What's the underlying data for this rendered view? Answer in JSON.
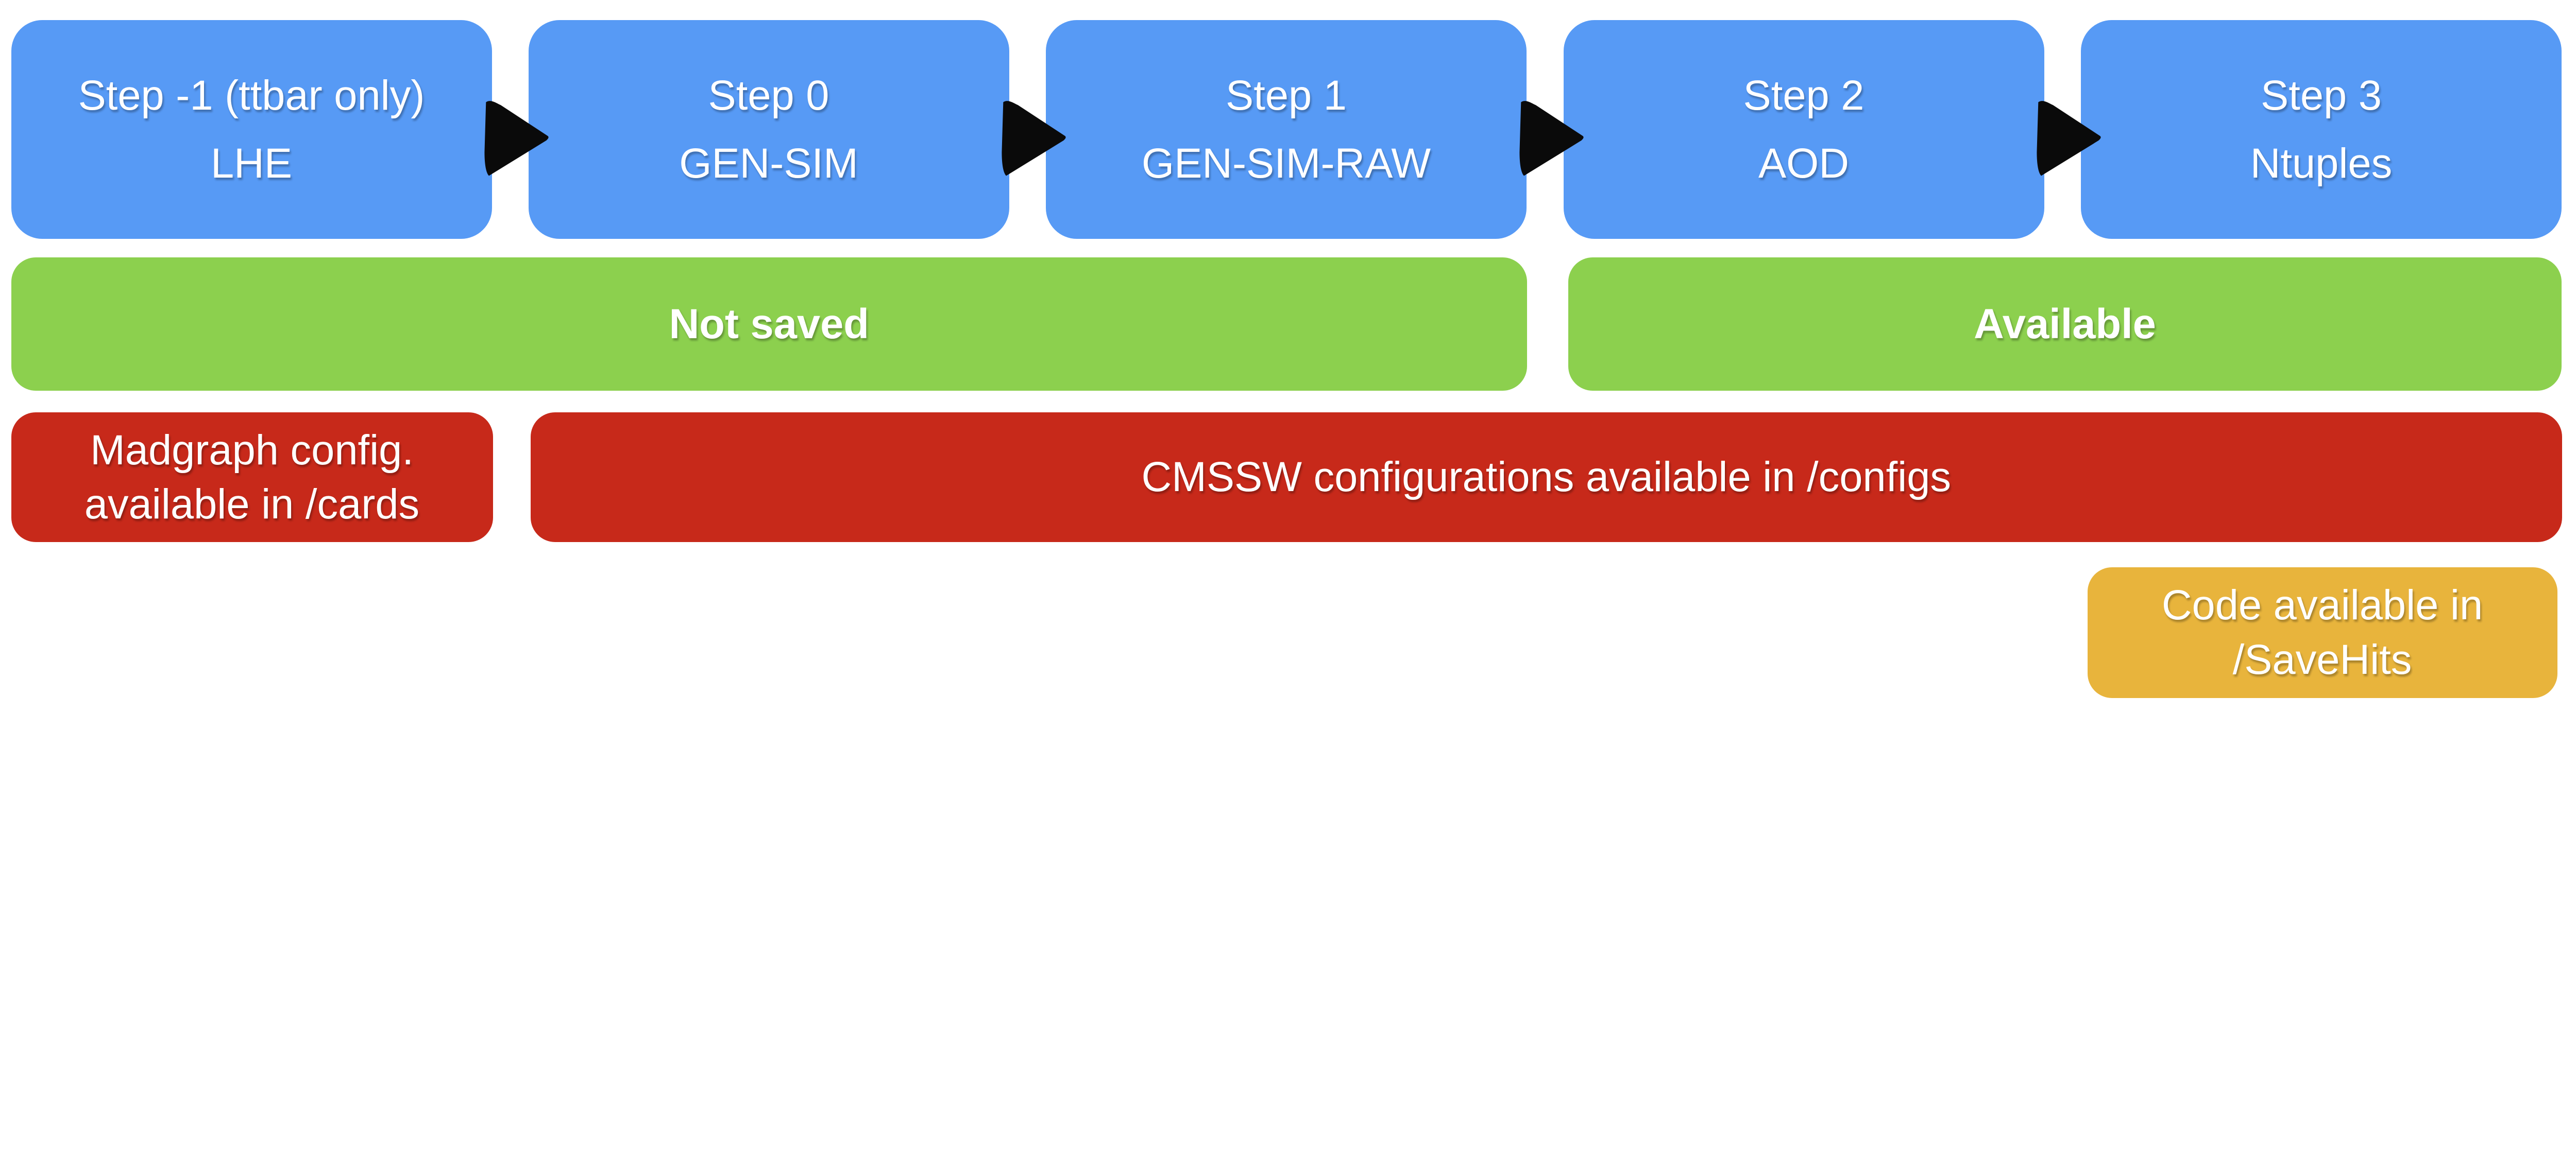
{
  "colors": {
    "blue": "#579AF5",
    "green": "#8CD04E",
    "red": "#C7291A",
    "gold": "#E8B43C",
    "arrow": "#0a0a0a",
    "text": "#ffffff"
  },
  "steps": [
    {
      "line1": "Step -1 (ttbar only)",
      "line2": "LHE"
    },
    {
      "line1": "Step 0",
      "line2": "GEN-SIM"
    },
    {
      "line1": "Step 1",
      "line2": "GEN-SIM-RAW"
    },
    {
      "line1": "Step 2",
      "line2": "AOD"
    },
    {
      "line1": "Step 3",
      "line2": "Ntuples"
    }
  ],
  "storage": {
    "not_saved": "Not saved",
    "available": "Available"
  },
  "configs": {
    "madgraph_line1": "Madgraph config.",
    "madgraph_line2": "available in /cards",
    "cmssw": "CMSSW configurations available in /configs"
  },
  "code": {
    "line1": "Code available in",
    "line2": "/SaveHits"
  },
  "icons": {
    "flow_arrow": "▶"
  }
}
